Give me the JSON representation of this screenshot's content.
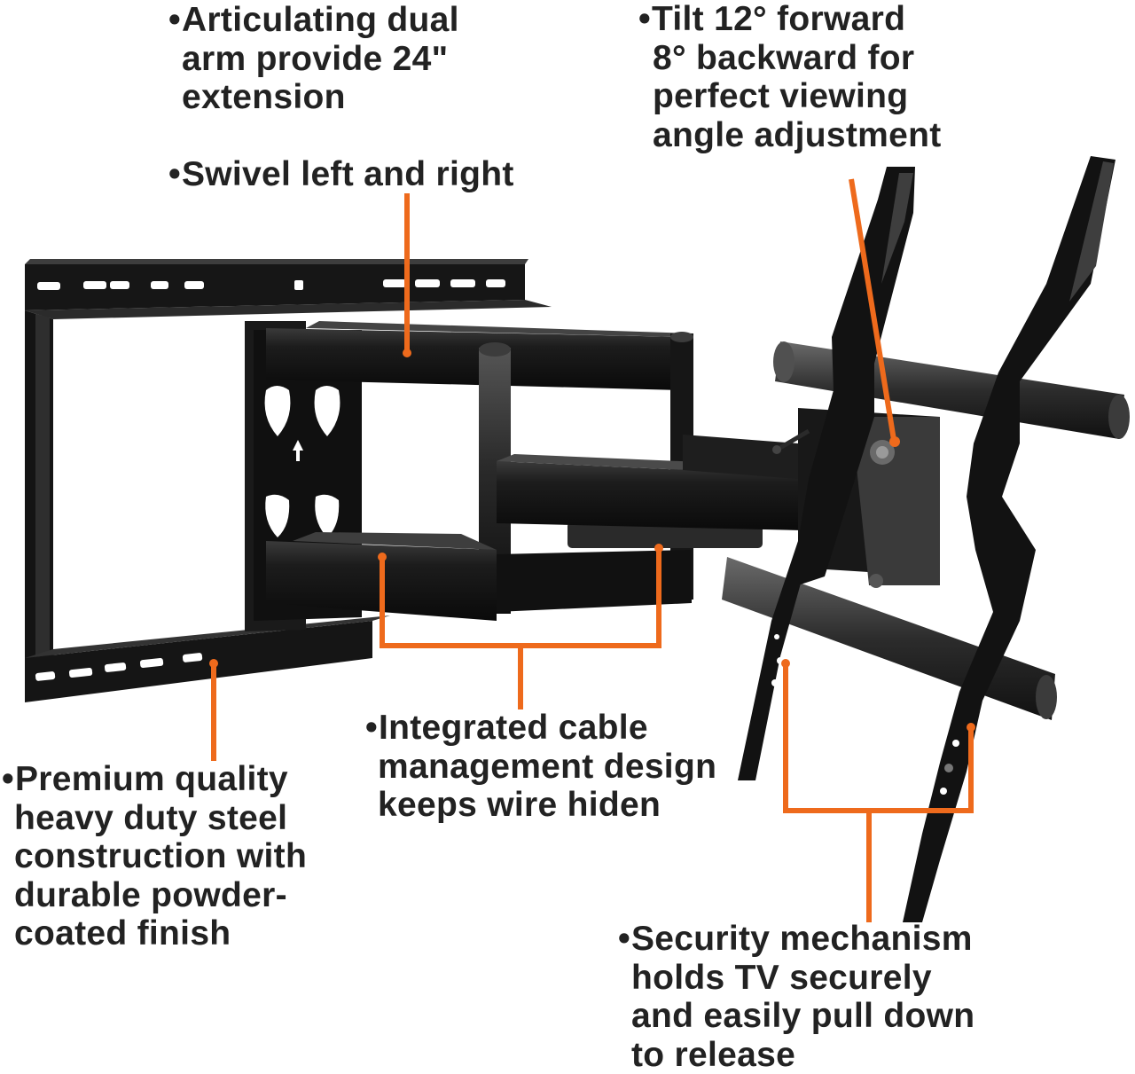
{
  "colors": {
    "callout": "#ee6a1c",
    "text": "#222222",
    "metal_dark": "#121212",
    "metal_mid": "#2a2a2a",
    "metal_light": "#4a4a4a",
    "background": "#ffffff"
  },
  "bullet": "•",
  "callouts": {
    "articulating_arm": [
      "Articulating dual",
      "arm provide 24\"",
      "extension"
    ],
    "tilt": [
      "Tilt 12° forward",
      "8° backward for",
      "perfect viewing",
      "angle adjustment"
    ],
    "swivel": [
      "Swivel left and right"
    ],
    "steel": [
      "Premium quality",
      "heavy duty steel",
      "construction with",
      "durable powder-",
      "coated finish"
    ],
    "cable": [
      "Integrated cable",
      "management design",
      "keeps wire hiden"
    ],
    "security": [
      "Security mechanism",
      "holds TV securely",
      "and easily pull down",
      "to release"
    ]
  }
}
